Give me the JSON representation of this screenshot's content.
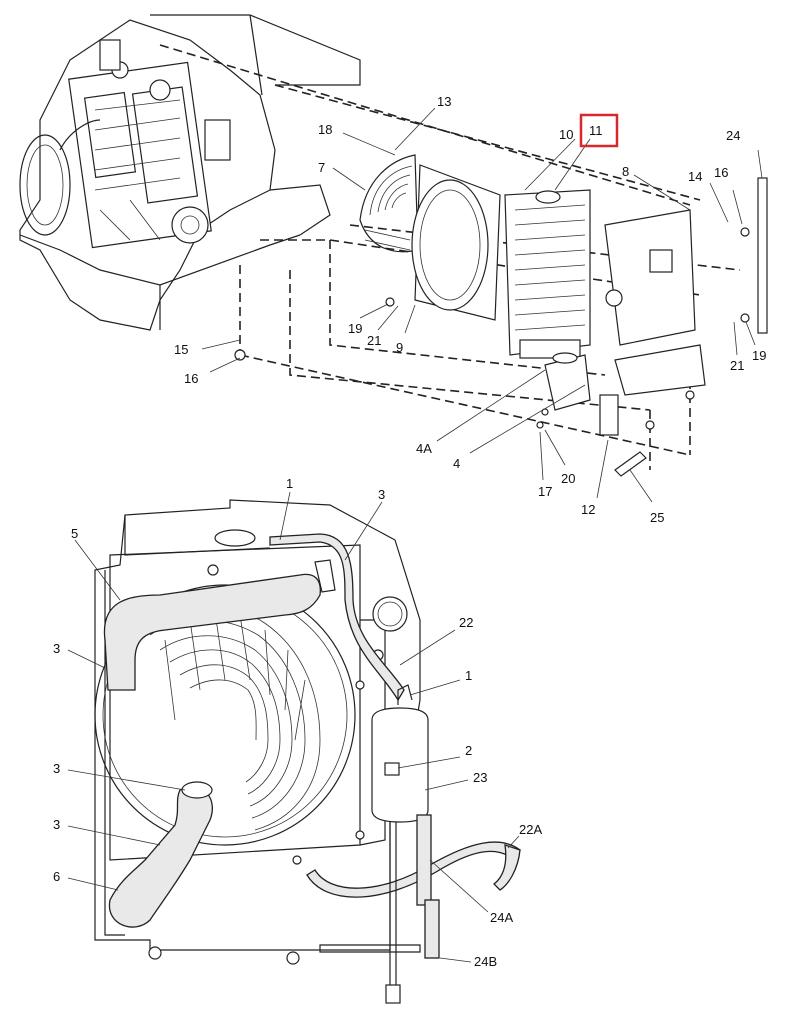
{
  "diagram": {
    "highlight_color": "#d9272e",
    "exploded_view_labels": [
      "13",
      "18",
      "7",
      "10",
      "11",
      "8",
      "24",
      "14",
      "16",
      "15",
      "16",
      "19",
      "21",
      "9",
      "19",
      "21",
      "4A",
      "4",
      "20",
      "17",
      "12",
      "25"
    ],
    "assembled_view_labels": [
      "1",
      "3",
      "5",
      "3",
      "22",
      "1",
      "2",
      "23",
      "3",
      "3",
      "22A",
      "6",
      "24A",
      "24B"
    ],
    "highlighted_label": "11"
  }
}
